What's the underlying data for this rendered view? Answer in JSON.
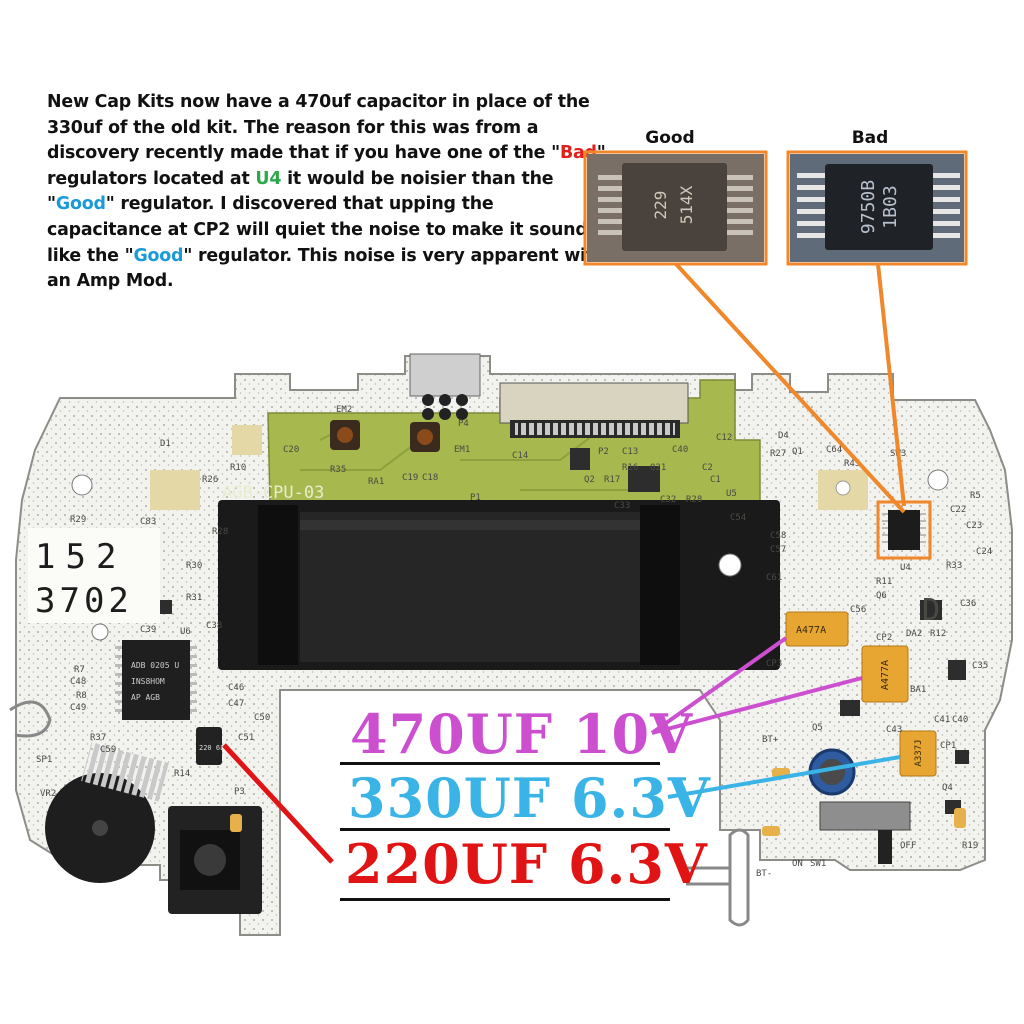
{
  "intro": {
    "p1": "New Cap Kits now have a 470uf capacitor in place of the 330uf of the old kit. The reason for this was from a discovery recently made that if you have one of the \"",
    "bad_word": "Bad",
    "p2": "\" regulators located at ",
    "u4_word": "U4",
    "p3": " it would be noisier than the \"",
    "good_word_1": "Good",
    "p4": "\" regulator. I discovered that upping the capacitance at CP2 will quiet the noise to make it sound like the \"",
    "good_word_2": "Good",
    "p5": "\" regulator. This noise is very apparent with an Amp Mod."
  },
  "photos": {
    "good_label": "Good",
    "bad_label": "Bad",
    "good_chip_text": [
      "229",
      "514X"
    ],
    "bad_chip_text": [
      "9750B",
      "1B03"
    ]
  },
  "board": {
    "silkscreen_title": "AGB-CPU-03",
    "handwritten_top": "152",
    "handwritten_bottom": "3702",
    "u6_chip": [
      "ADB 0205 U",
      "INS8HOM",
      "AP AGB"
    ],
    "cap_470a": "A477A",
    "cap_470b": "A477A",
    "cap_330": "A337J",
    "cap_220": "220 6L",
    "refs": [
      "EM2",
      "C20",
      "R35",
      "RA1",
      "C19",
      "C18",
      "EM1",
      "P4",
      "C14",
      "P2",
      "C13",
      "R16",
      "Q21",
      "C40",
      "C2",
      "C1",
      "Q2",
      "R17",
      "C32",
      "R28",
      "C33",
      "U5",
      "C54",
      "C12",
      "R27",
      "Q1",
      "C64",
      "R45",
      "SW3",
      "R10",
      "R26",
      "D1",
      "R29",
      "R28",
      "C83",
      "R30",
      "R31",
      "U6",
      "C39",
      "C38",
      "R7",
      "C48",
      "R8",
      "C49",
      "C46",
      "C47",
      "C50",
      "R37",
      "C59",
      "C51",
      "R14",
      "SP1",
      "VR2",
      "P3",
      "C61",
      "R33",
      "C58",
      "C57",
      "R11",
      "Q6",
      "C56",
      "CP3",
      "CP2",
      "CP1",
      "DA2",
      "R12",
      "C35",
      "BA1",
      "C43",
      "Q5",
      "C41",
      "C40",
      "Q4",
      "BT+",
      "BT-",
      "ON",
      "SW1",
      "OFF",
      "R19",
      "C22",
      "C23",
      "C24",
      "C36",
      "R5",
      "U4",
      "D4",
      "P1",
      "D"
    ]
  },
  "callouts": {
    "cap_470": "470UF 10V",
    "cap_330": "330UF 6.3V",
    "cap_220": "220UF 6.3V"
  },
  "colors": {
    "accent_orange": "#f0872a",
    "magenta": "#cc4fd0",
    "cyan": "#3ab4e6",
    "red": "#e01414",
    "green_word": "#2aa84a",
    "red_word": "#e0201c",
    "blue_word": "#1a9ad8",
    "pcb_green": "#a7b84e"
  }
}
